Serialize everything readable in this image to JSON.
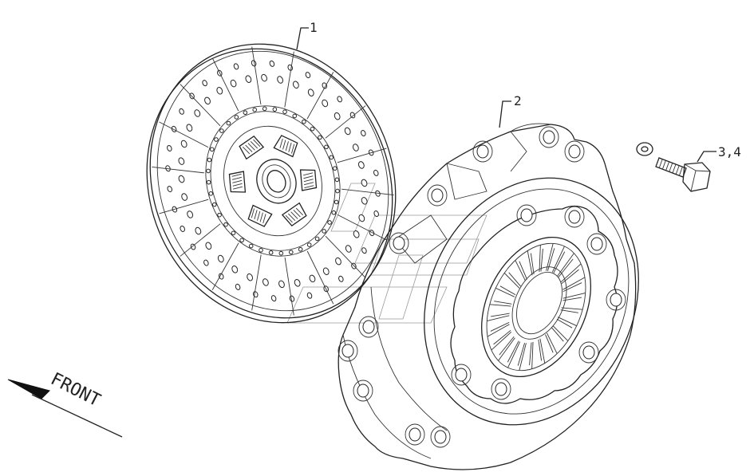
{
  "callouts": {
    "c1": "1",
    "c2": "2",
    "c34": "3,4"
  },
  "direction": {
    "label": "FRONT"
  },
  "parts": [
    {
      "id": "1",
      "name": "clutch-disc"
    },
    {
      "id": "2",
      "name": "pressure-plate-cover"
    },
    {
      "id": "3,4",
      "name": "bolt-and-washer"
    }
  ]
}
